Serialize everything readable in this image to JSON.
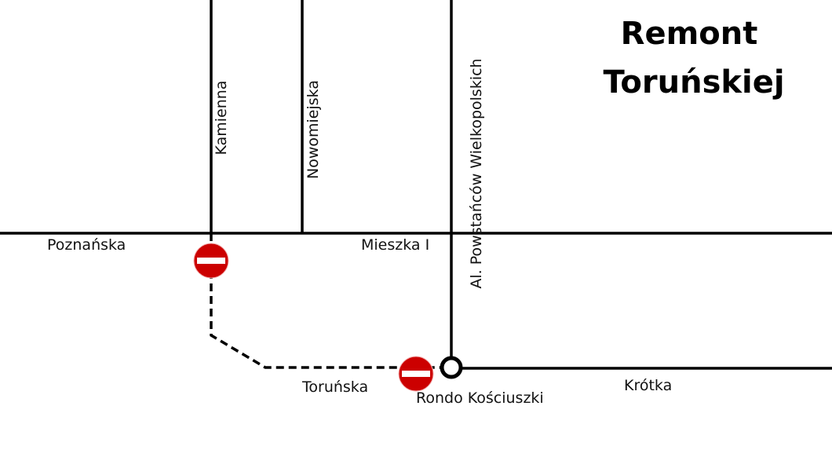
{
  "title": {
    "line1": "Remont",
    "line2": "Toruńskiej"
  },
  "streets": {
    "poznanska": "Poznańska",
    "mieszka": "Mieszka I",
    "kamienna": "Kamienna",
    "nowomiejska": "Nowomiejska",
    "powstancow": "Al. Powstańców Wielkopolskich",
    "torunska": "Toruńska",
    "rondo": "Rondo Kościuszki",
    "krotka": "Krótka"
  },
  "colors": {
    "road": "#000000",
    "sign": "#cc0000",
    "sign_bar": "#ffffff"
  }
}
